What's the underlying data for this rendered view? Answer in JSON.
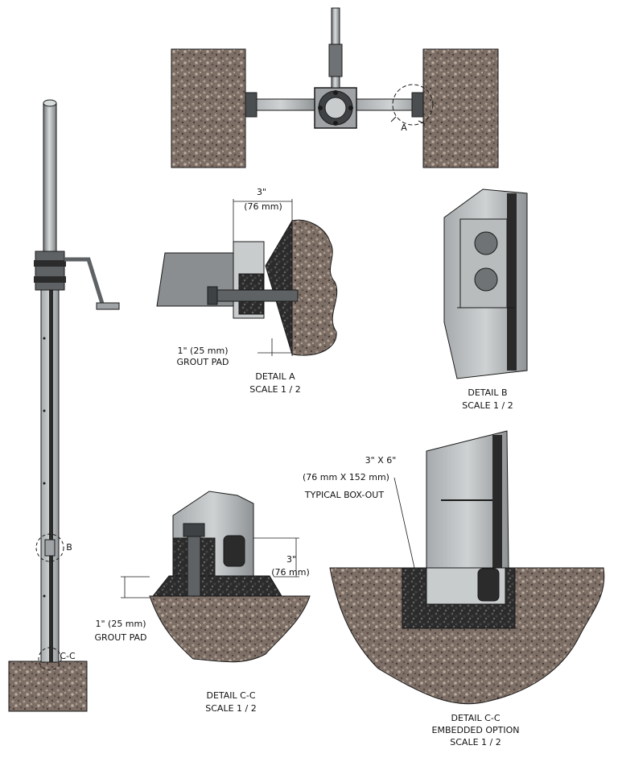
{
  "callouts": {
    "detail_a_marker": "A",
    "detail_b_marker": "B",
    "detail_cc_marker": "C-C"
  },
  "detail_a": {
    "dim_top": "3\"",
    "dim_top_metric": "(76 mm)",
    "grout_dim": "1\" (25 mm)",
    "grout_label": "GROUT PAD",
    "title": "DETAIL  A",
    "scale": "SCALE 1 / 2"
  },
  "detail_b": {
    "title": "DETAIL  B",
    "scale": "SCALE 1 / 2"
  },
  "detail_cc": {
    "dim_side": "3\"",
    "dim_side_metric": "(76 mm)",
    "grout_dim": "1\" (25 mm)",
    "grout_label": "GROUT PAD",
    "title": "DETAIL  C-C",
    "scale": "SCALE 1 / 2"
  },
  "detail_cc_embedded": {
    "boxout_dim": "3\" X 6\"",
    "boxout_metric": "(76 mm X 152 mm)",
    "boxout_label": "TYPICAL BOX-OUT",
    "title": "DETAIL  C-C",
    "subtitle": "EMBEDDED OPTION",
    "scale": "SCALE 1 / 2"
  },
  "colors": {
    "concrete": "#7d6f66",
    "steel_light": "#c9cccd",
    "steel_mid": "#9fa3a5",
    "steel_dark": "#5e6264",
    "grout": "#2b2b2b",
    "outline": "#1a1a1a"
  }
}
